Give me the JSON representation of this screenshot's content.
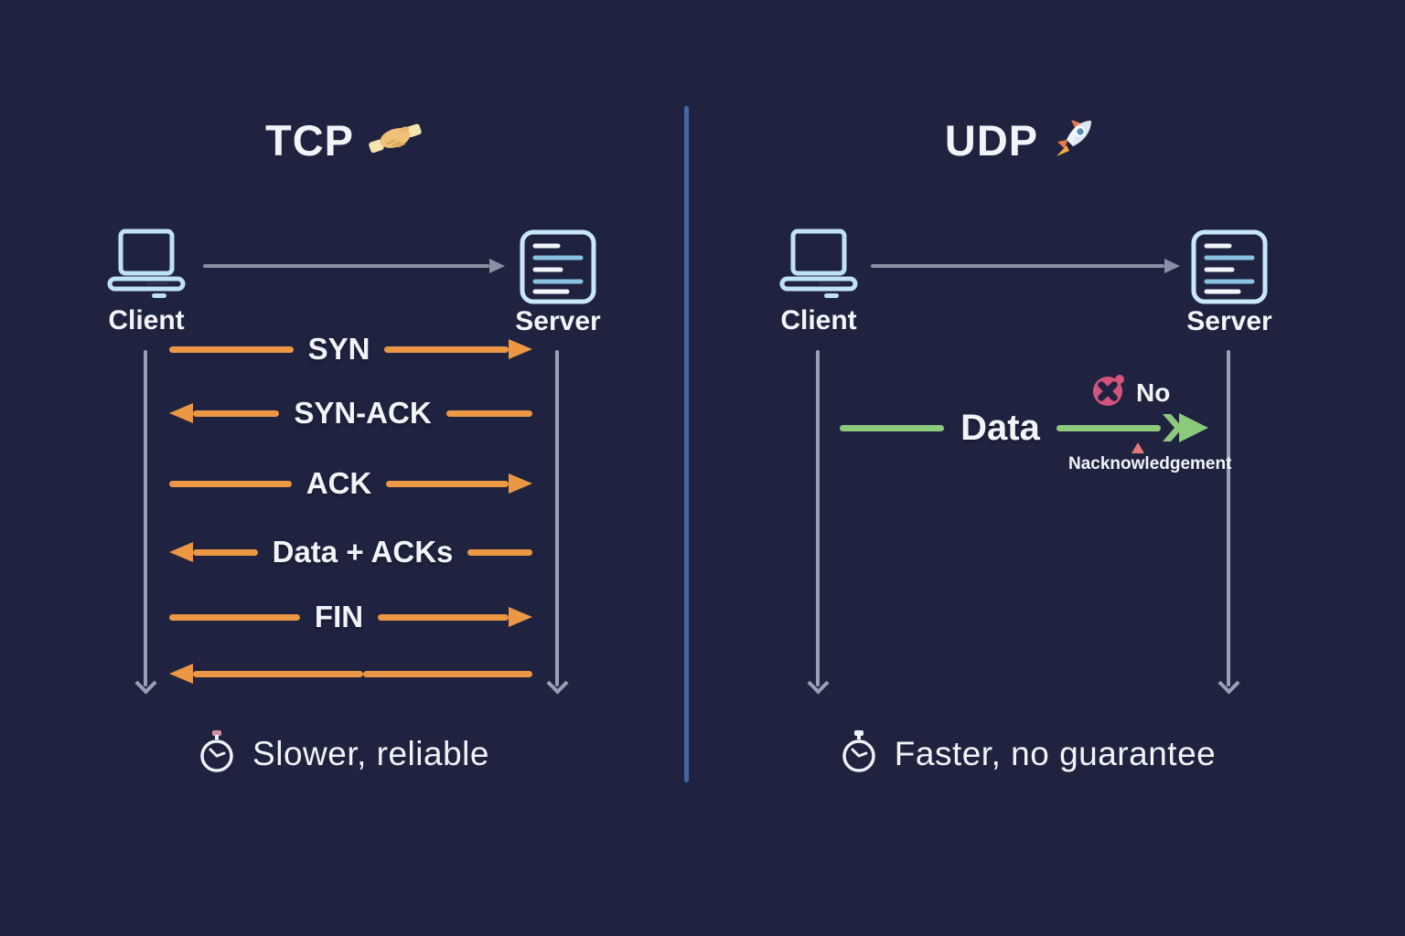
{
  "colors": {
    "background": "#1F2340",
    "divider": "#4668A0",
    "tcp_arrow_orange": "#EC9743",
    "udp_arrow_green": "#8CC97B",
    "lifeline_gray": "#9AA0B4",
    "icon_blue": "#BFE2F5",
    "no_icon_pink": "#D5547E",
    "nack_triangle_salmon": "#E87878",
    "text_white": "#F2F4F8"
  },
  "tcp": {
    "title": "TCP",
    "title_icon": "handshake-icon",
    "client_label": "Client",
    "server_label": "Server",
    "messages": [
      {
        "label": "SYN",
        "direction": "client-to-server"
      },
      {
        "label": "SYN-ACK",
        "direction": "server-to-client"
      },
      {
        "label": "ACK",
        "direction": "client-to-server"
      },
      {
        "label": "Data + ACKs",
        "direction": "server-to-client"
      },
      {
        "label": "FIN",
        "direction": "client-to-server"
      },
      {
        "label": "",
        "direction": "server-to-client"
      }
    ],
    "footer": {
      "icon": "stopwatch-icon",
      "text": "Slower, reliable"
    }
  },
  "udp": {
    "title": "UDP",
    "title_icon": "rocket-icon",
    "client_label": "Client",
    "server_label": "Server",
    "data_message": {
      "label": "Data",
      "direction": "client-to-server"
    },
    "no_ack": {
      "icon": "no-icon",
      "label": "No",
      "sub_label": "Nacknowledgement"
    },
    "footer": {
      "icon": "stopwatch-icon",
      "text": "Faster, no guarantee"
    }
  }
}
